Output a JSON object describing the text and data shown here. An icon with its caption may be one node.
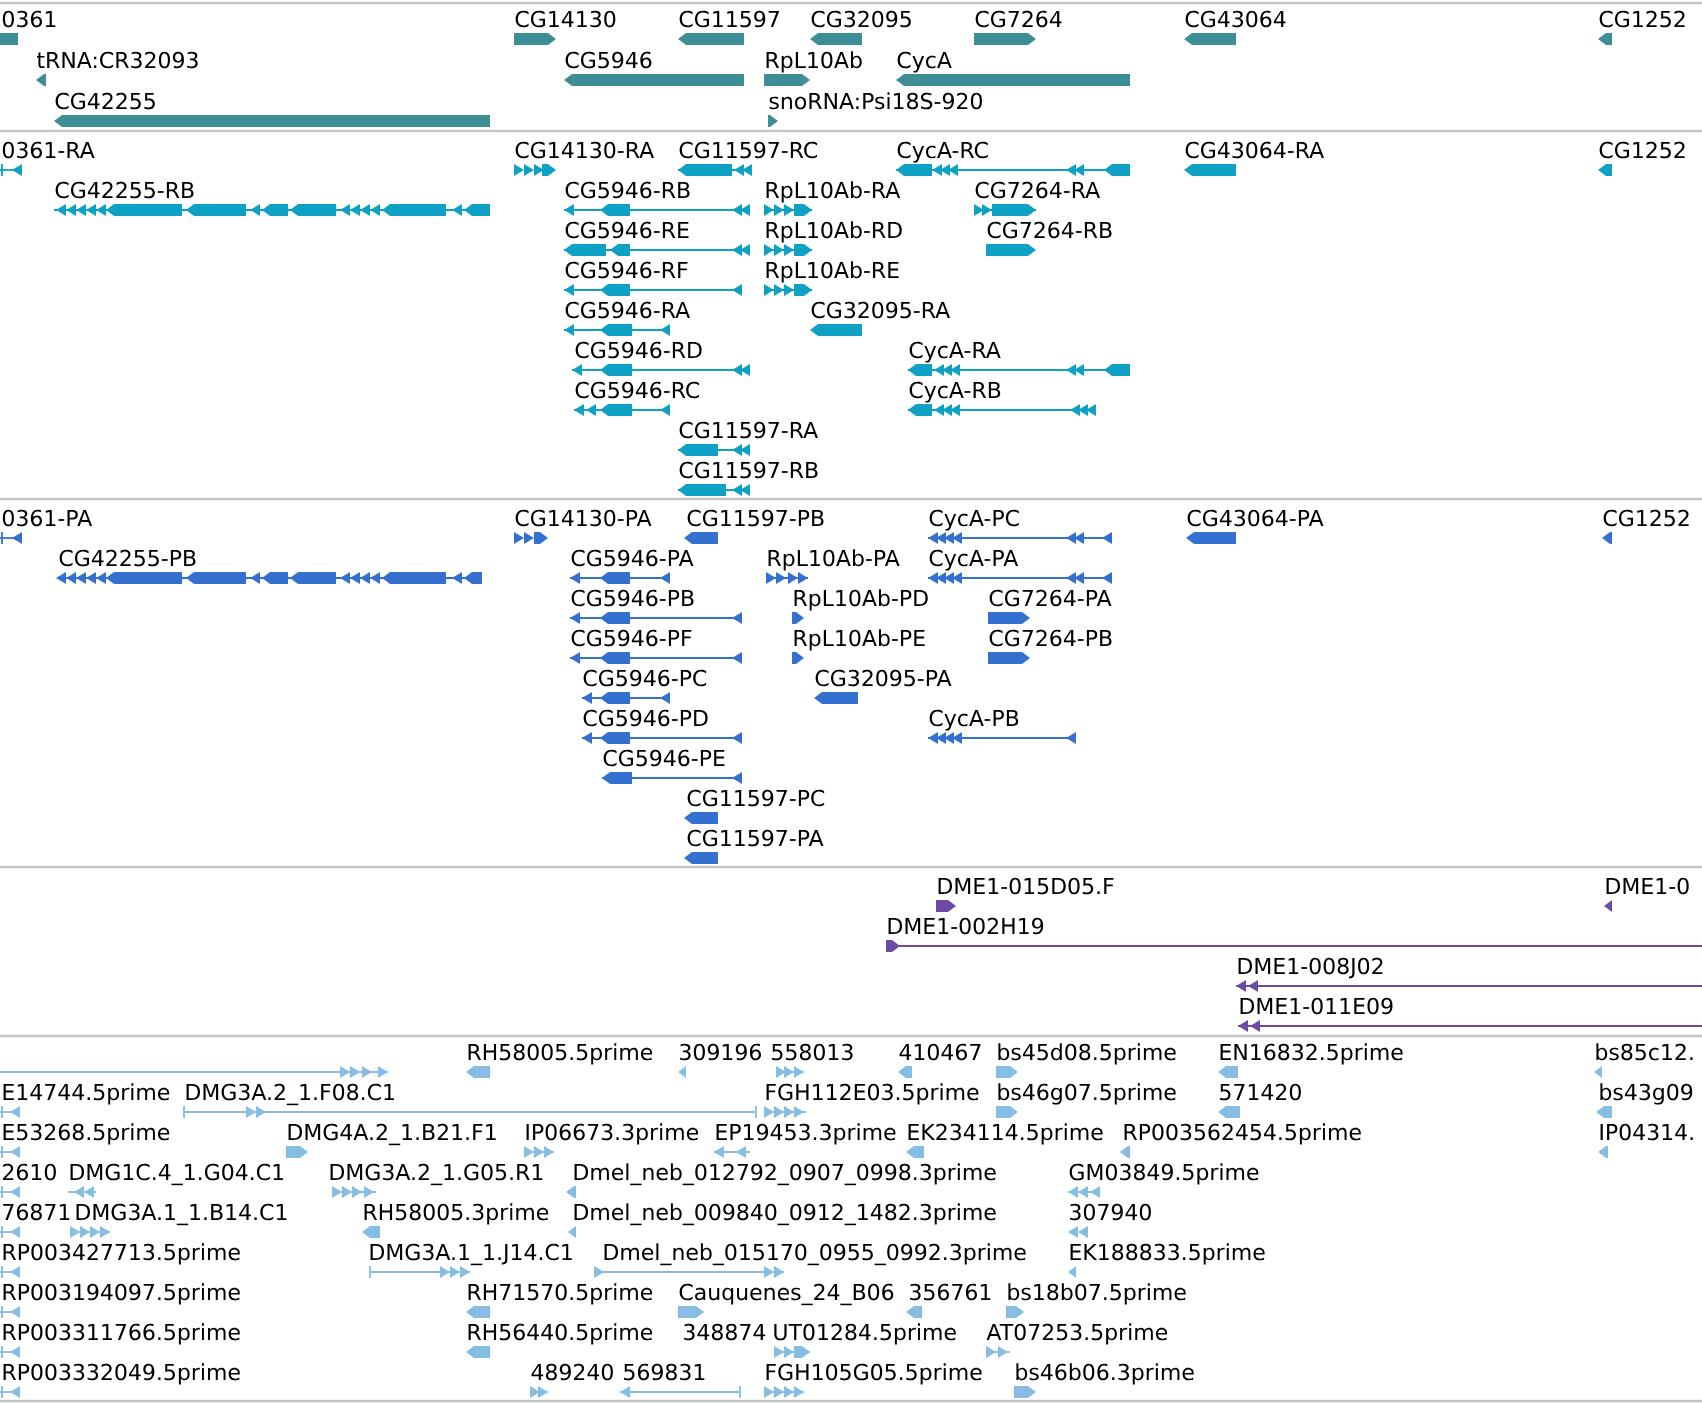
{
  "diagram": {
    "nodes": [
      {
        "text": [
          "0361"
        ]
      },
      {
        "text": [
          "CG14130"
        ]
      },
      {
        "text": [
          "CG11597"
        ]
      },
      {
        "text": [
          "CG32095"
        ]
      },
      {
        "text": [
          "CG7264"
        ]
      },
      {
        "text": [
          "CG43064"
        ]
      },
      {
        "text": [
          "CG1252"
        ]
      },
      {
        "text": [
          "tRNA:CR32093"
        ]
      },
      {
        "text": [
          "CG5946"
        ]
      },
      {
        "text": [
          "RpL10Ab"
        ]
      },
      {
        "text": [
          "CycA"
        ]
      },
      {
        "text": [
          "CG42255"
        ]
      },
      {
        "text": [
          "snoRNA:Psi18S-920"
        ]
      },
      {
        "text": [
          "0361-RA"
        ]
      },
      {
        "text": [
          "CG14130-RA"
        ]
      },
      {
        "text": [
          "CG11597-RC"
        ]
      },
      {
        "text": [
          "CycA-RC"
        ]
      },
      {
        "text": [
          "CG43064-RA"
        ]
      },
      {
        "text": [
          "CG1252"
        ]
      },
      {
        "text": [
          "CG42255-RB"
        ]
      },
      {
        "text": [
          "CG5946-RB"
        ]
      },
      {
        "text": [
          "RpL10Ab-RA"
        ]
      },
      {
        "text": [
          "CG7264-RA"
        ]
      },
      {
        "text": [
          "CG5946-RE"
        ]
      },
      {
        "text": [
          "RpL10Ab-RD"
        ]
      },
      {
        "text": [
          "CG7264-RB"
        ]
      },
      {
        "text": [
          "CG5946-RF"
        ]
      },
      {
        "text": [
          "RpL10Ab-RE"
        ]
      },
      {
        "text": [
          "CG5946-RA"
        ]
      },
      {
        "text": [
          "CG32095-RA"
        ]
      },
      {
        "text": [
          "CG5946-RD"
        ]
      },
      {
        "text": [
          "CycA-RA"
        ]
      },
      {
        "text": [
          "CG5946-RC"
        ]
      },
      {
        "text": [
          "CycA-RB"
        ]
      },
      {
        "text": [
          "CG11597-RA"
        ]
      },
      {
        "text": [
          "CG11597-RB"
        ]
      },
      {
        "text": [
          "0361-PA"
        ]
      },
      {
        "text": [
          "CG14130-PA"
        ]
      },
      {
        "text": [
          "CG11597-PB"
        ]
      },
      {
        "text": [
          "CycA-PC"
        ]
      },
      {
        "text": [
          "CG43064-PA"
        ]
      },
      {
        "text": [
          "CG1252"
        ]
      },
      {
        "text": [
          "CG42255-PB"
        ]
      },
      {
        "text": [
          "CG5946-PA"
        ]
      },
      {
        "text": [
          "RpL10Ab-PA"
        ]
      },
      {
        "text": [
          "CycA-PA"
        ]
      },
      {
        "text": [
          "CG5946-PB"
        ]
      },
      {
        "text": [
          "RpL10Ab-PD"
        ]
      },
      {
        "text": [
          "CG7264-PA"
        ]
      },
      {
        "text": [
          "CG5946-PF"
        ]
      },
      {
        "text": [
          "RpL10Ab-PE"
        ]
      },
      {
        "text": [
          "CG7264-PB"
        ]
      },
      {
        "text": [
          "CG5946-PC"
        ]
      },
      {
        "text": [
          "CG32095-PA"
        ]
      },
      {
        "text": [
          "CG5946-PD"
        ]
      },
      {
        "text": [
          "CycA-PB"
        ]
      },
      {
        "text": [
          "CG5946-PE"
        ]
      },
      {
        "text": [
          "CG11597-PC"
        ]
      },
      {
        "text": [
          "CG11597-PA"
        ]
      },
      {
        "text": [
          "DME1-015D05.F"
        ]
      },
      {
        "text": [
          "DME1-0"
        ]
      },
      {
        "text": [
          "DME1-002H19"
        ]
      },
      {
        "text": [
          "DME1-008J02"
        ]
      },
      {
        "text": [
          "DME1-011E09"
        ]
      },
      {
        "text": [],
        "shape": "bar"
      },
      {
        "text": [
          "RH58005.5prime"
        ]
      },
      {
        "text": [
          "309196"
        ]
      },
      {
        "text": [
          "558013"
        ]
      },
      {
        "text": [
          "410467"
        ]
      },
      {
        "text": [
          "bs45d08.5prime"
        ]
      },
      {
        "text": [
          "EN16832.5prime"
        ]
      },
      {
        "text": [
          "bs85c12."
        ]
      },
      {
        "text": [
          "E14744.5prime"
        ]
      },
      {
        "text": [
          "DMG3A.2_1.F08.C1"
        ]
      },
      {
        "text": [
          "FGH112E03.5prime"
        ]
      },
      {
        "text": [
          "bs46g07.5prime"
        ]
      },
      {
        "text": [
          "571420"
        ]
      },
      {
        "text": [
          "bs43g09"
        ]
      },
      {
        "text": [
          "E53268.5prime"
        ]
      },
      {
        "text": [
          "DMG4A.2_1.B21.F1"
        ]
      },
      {
        "text": [
          "IP06673.3prime"
        ]
      },
      {
        "text": [
          "EP19453.3prime"
        ]
      },
      {
        "text": [
          "EK234114.5prime"
        ]
      },
      {
        "text": [
          "RP003562454.5prime"
        ]
      },
      {
        "text": [
          "IP04314."
        ]
      },
      {
        "text": [
          "2610"
        ]
      },
      {
        "text": [
          "DMG1C.4_1.G04.C1"
        ]
      },
      {
        "text": [
          "DMG3A.2_1.G05.R1"
        ]
      },
      {
        "text": [
          "Dmel_neb_012792_0907_0998.3prime"
        ]
      },
      {
        "text": [
          "GM03849.5prime"
        ]
      },
      {
        "text": [
          "76871"
        ]
      },
      {
        "text": [
          "DMG3A.1_1.B14.C1"
        ]
      },
      {
        "text": [
          "RH58005.3prime"
        ]
      },
      {
        "text": [
          "Dmel_neb_009840_0912_1482.3prime"
        ]
      },
      {
        "text": [
          "307940"
        ]
      },
      {
        "text": [
          "RP003427713.5prime"
        ]
      },
      {
        "text": [
          "DMG3A.1_1.J14.C1"
        ]
      },
      {
        "text": [
          "Dmel_neb_015170_0955_0992.3prime"
        ]
      },
      {
        "text": [
          "EK188833.5prime"
        ]
      },
      {
        "text": [
          "RP003194097.5prime"
        ]
      },
      {
        "text": [
          "RH71570.5prime"
        ]
      },
      {
        "text": [
          "Cauquenes_24_B06"
        ]
      },
      {
        "text": [
          "356761"
        ]
      },
      {
        "text": [
          "bs18b07.5prime"
        ]
      },
      {
        "text": [
          "RP003311766.5prime"
        ]
      },
      {
        "text": [
          "RH56440.5prime"
        ]
      },
      {
        "text": [
          "348874"
        ]
      },
      {
        "text": [
          "UT01284.5prime"
        ]
      },
      {
        "text": [
          "AT07253.5prime"
        ]
      },
      {
        "text": [
          "RP003332049.5prime"
        ]
      },
      {
        "text": [
          "489240"
        ]
      },
      {
        "text": [
          "569831"
        ]
      },
      {
        "text": [
          "FGH105G05.5prime"
        ]
      },
      {
        "text": [
          "bs46b06.3prime"
        ]
      }
    ]
  }
}
